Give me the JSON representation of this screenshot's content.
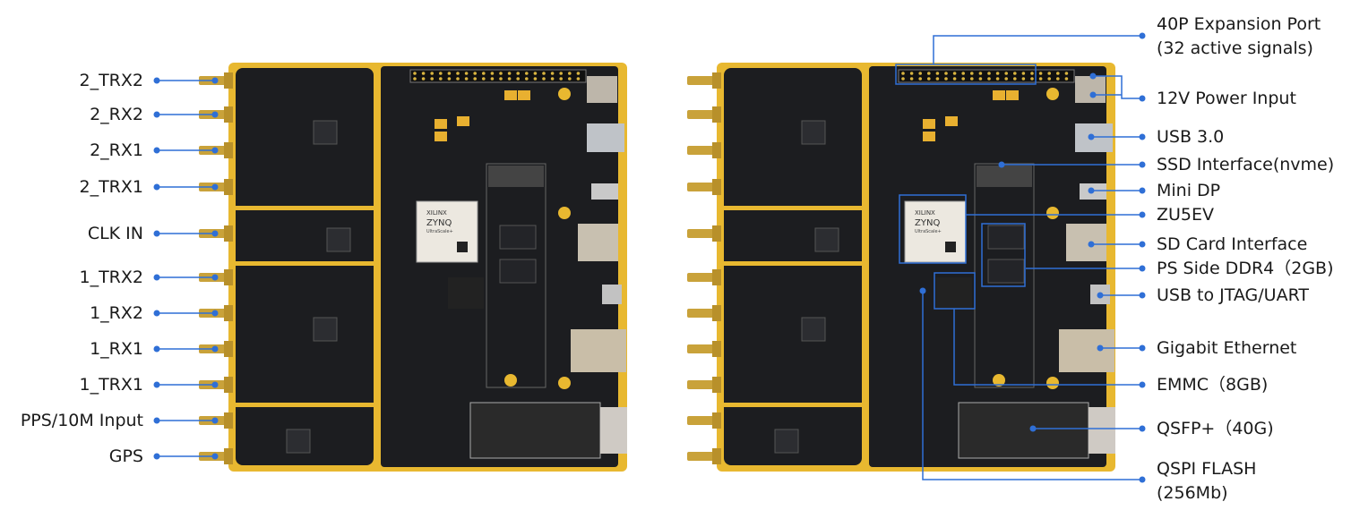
{
  "colors": {
    "accent": "#2f6fd6",
    "pcb": "#1c1d20",
    "gold": "#e8b830",
    "label": "#1a1a1a"
  },
  "left_labels": [
    "2_TRX2",
    "2_RX2",
    "2_RX1",
    "2_TRX1",
    "CLK IN",
    "1_TRX2",
    "1_RX2",
    "1_RX1",
    "1_TRX1",
    "PPS/10M Input",
    "GPS"
  ],
  "right_labels": {
    "expansion_line1": "40P Expansion Port",
    "expansion_line2": "(32 active signals)",
    "power": "12V Power Input",
    "usb3": "USB  3.0",
    "ssd": "SSD Interface(nvme)",
    "minidp": "Mini DP",
    "soc": "ZU5EV",
    "sd": "SD Card Interface",
    "ddr": "PS Side DDR4（2GB)",
    "jtag": "USB to JTAG/UART",
    "eth": "Gigabit Ethernet",
    "emmc": "EMMC（8GB)",
    "qsfp": "QSFP+（40G)",
    "qspi_line1": "QSPI FLASH",
    "qspi_line2": "(256Mb)"
  },
  "chip": {
    "brand": "XILINX",
    "family": "ZYNQ",
    "sub": "UltraScale+"
  }
}
